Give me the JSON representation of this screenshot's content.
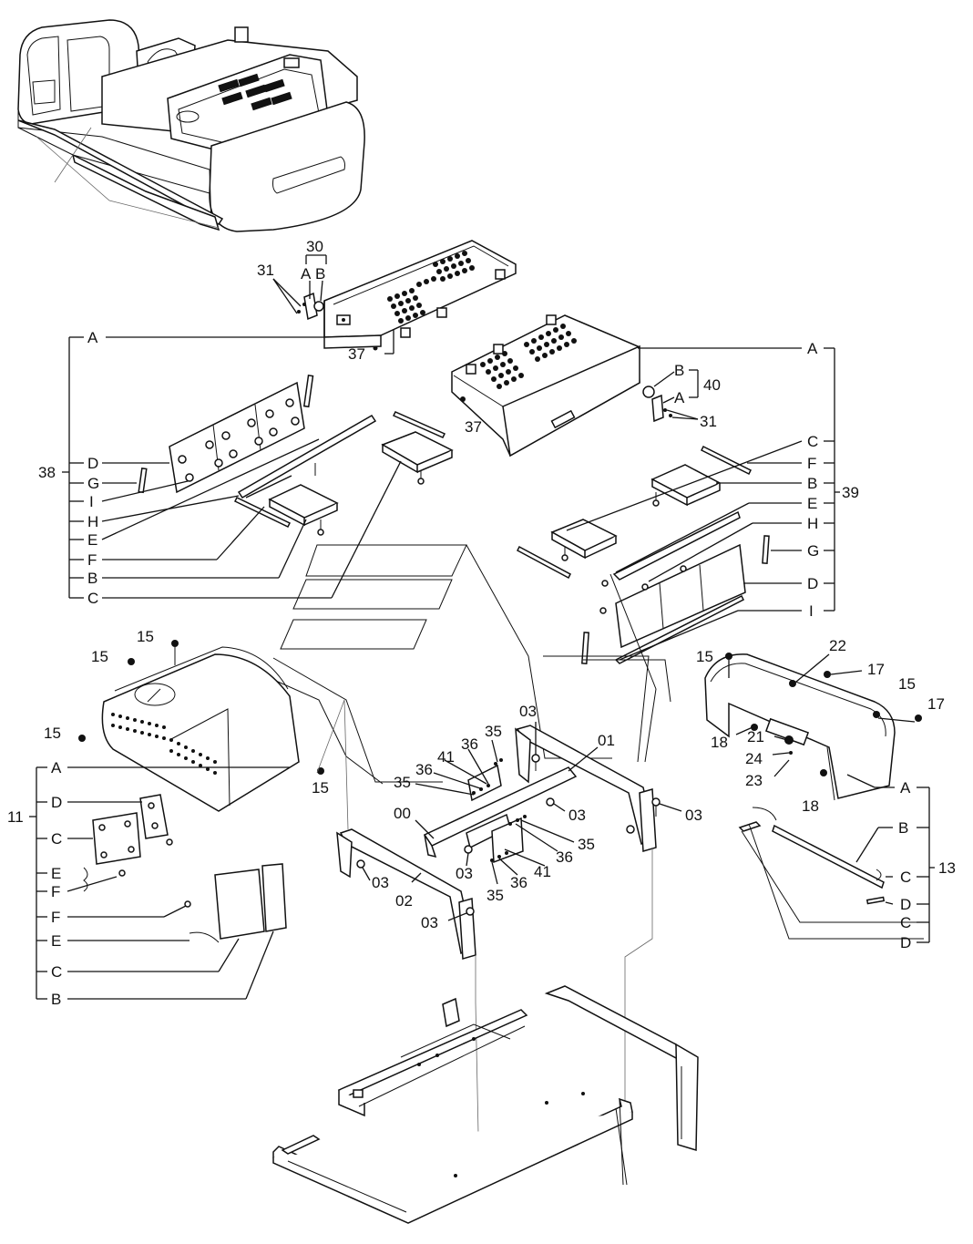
{
  "labels": [
    {
      "id": "l30",
      "text": "30"
    },
    {
      "id": "l31a",
      "text": "31"
    },
    {
      "id": "l30A",
      "text": "A"
    },
    {
      "id": "l30B",
      "text": "B"
    },
    {
      "id": "l37a",
      "text": "37"
    },
    {
      "id": "l37b",
      "text": "37"
    },
    {
      "id": "lA38",
      "text": "A"
    },
    {
      "id": "l38",
      "text": "38"
    },
    {
      "id": "lD38",
      "text": "D"
    },
    {
      "id": "lG38",
      "text": "G"
    },
    {
      "id": "lI38",
      "text": "I"
    },
    {
      "id": "lH38",
      "text": "H"
    },
    {
      "id": "lE38",
      "text": "E"
    },
    {
      "id": "lF38",
      "text": "F"
    },
    {
      "id": "lB38",
      "text": "B"
    },
    {
      "id": "lC38",
      "text": "C"
    },
    {
      "id": "lA39",
      "text": "A"
    },
    {
      "id": "l39",
      "text": "39"
    },
    {
      "id": "lB40",
      "text": "B"
    },
    {
      "id": "lA40",
      "text": "A"
    },
    {
      "id": "l40",
      "text": "40"
    },
    {
      "id": "l31b",
      "text": "31"
    },
    {
      "id": "lC39",
      "text": "C"
    },
    {
      "id": "lF39",
      "text": "F"
    },
    {
      "id": "lB39",
      "text": "B"
    },
    {
      "id": "lE39",
      "text": "E"
    },
    {
      "id": "lH39",
      "text": "H"
    },
    {
      "id": "lG39",
      "text": "G"
    },
    {
      "id": "lD39",
      "text": "D"
    },
    {
      "id": "lI39",
      "text": "I"
    },
    {
      "id": "l15a",
      "text": "15"
    },
    {
      "id": "l15b",
      "text": "15"
    },
    {
      "id": "l15c",
      "text": "15"
    },
    {
      "id": "l15d",
      "text": "15"
    },
    {
      "id": "l11",
      "text": "11"
    },
    {
      "id": "lA11",
      "text": "A"
    },
    {
      "id": "lD11",
      "text": "D"
    },
    {
      "id": "lC11a",
      "text": "C"
    },
    {
      "id": "lE11a",
      "text": "E"
    },
    {
      "id": "lF11a",
      "text": "F"
    },
    {
      "id": "lF11b",
      "text": "F"
    },
    {
      "id": "lE11b",
      "text": "E"
    },
    {
      "id": "lC11b",
      "text": "C"
    },
    {
      "id": "lB11",
      "text": "B"
    },
    {
      "id": "l03a",
      "text": "03"
    },
    {
      "id": "l01",
      "text": "01"
    },
    {
      "id": "l35a",
      "text": "35"
    },
    {
      "id": "l36a",
      "text": "36"
    },
    {
      "id": "l41a",
      "text": "41"
    },
    {
      "id": "l35b",
      "text": "35"
    },
    {
      "id": "l36b",
      "text": "36"
    },
    {
      "id": "l03b",
      "text": "03"
    },
    {
      "id": "l00",
      "text": "00"
    },
    {
      "id": "l03c",
      "text": "03"
    },
    {
      "id": "l35c",
      "text": "35"
    },
    {
      "id": "l36c",
      "text": "36"
    },
    {
      "id": "l41b",
      "text": "41"
    },
    {
      "id": "l36d",
      "text": "36"
    },
    {
      "id": "l35d",
      "text": "35"
    },
    {
      "id": "l03d",
      "text": "03"
    },
    {
      "id": "l03e",
      "text": "03"
    },
    {
      "id": "l02",
      "text": "02"
    },
    {
      "id": "l03f",
      "text": "03"
    },
    {
      "id": "l15e",
      "text": "15"
    },
    {
      "id": "l22",
      "text": "22"
    },
    {
      "id": "l17a",
      "text": "17"
    },
    {
      "id": "l15f",
      "text": "15"
    },
    {
      "id": "l17b",
      "text": "17"
    },
    {
      "id": "l18a",
      "text": "18"
    },
    {
      "id": "l21",
      "text": "21"
    },
    {
      "id": "l24",
      "text": "24"
    },
    {
      "id": "l23",
      "text": "23"
    },
    {
      "id": "l18b",
      "text": "18"
    },
    {
      "id": "lA13",
      "text": "A"
    },
    {
      "id": "lB13",
      "text": "B"
    },
    {
      "id": "lC13a",
      "text": "C"
    },
    {
      "id": "l13",
      "text": "13"
    },
    {
      "id": "lD13a",
      "text": "D"
    },
    {
      "id": "lC13b",
      "text": "C"
    },
    {
      "id": "lD13b",
      "text": "D"
    }
  ]
}
